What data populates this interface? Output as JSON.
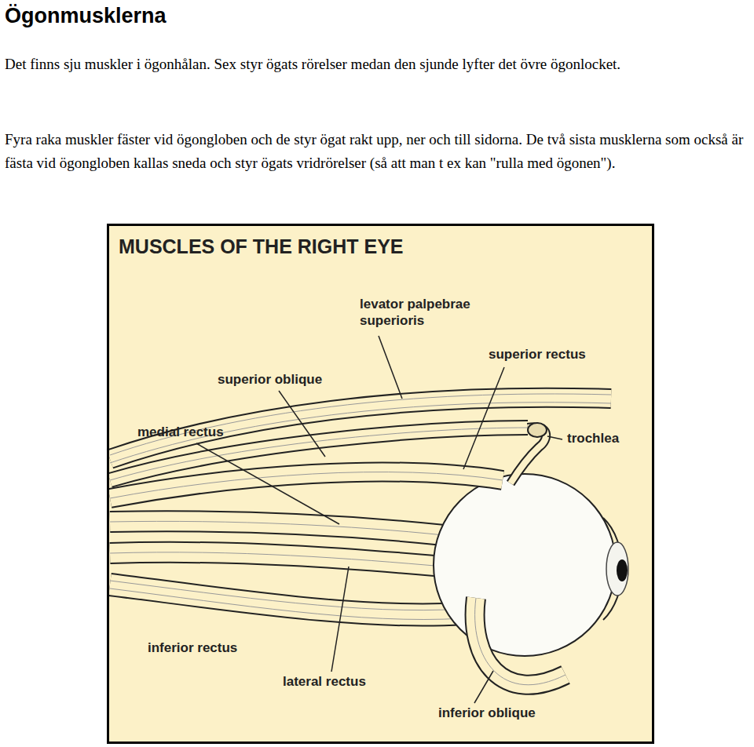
{
  "diagram": {
    "title": "Ögonmusklerna",
    "nodes": [
      {
        "text": [
          "MUSCLES OF THE RIGHT EYE"
        ]
      }
    ],
    "labels": [
      "Det finns sju muskler i ögonhålan. Sex styr ögats rörelser medan den sjunde lyfter det övre ögonlocket.",
      "Fyra raka muskler fäster vid ögongloben och de styr ögat rakt upp, ner och till sidorna. De två sista musklerna som också är fästa vid ögongloben kallas sneda och styr ögats vridrörelser (så att man t ex kan \"rulla med ögonen\").",
      "levator palpebrae superioris",
      "superior rectus",
      "superior oblique",
      "medial rectus",
      "trochlea",
      "inferior rectus",
      "lateral rectus",
      "inferior oblique"
    ]
  }
}
